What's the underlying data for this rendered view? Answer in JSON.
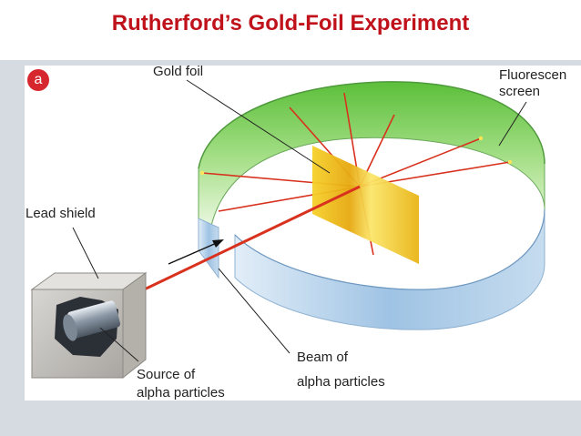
{
  "title": "Rutherford’s Gold-Foil Experiment",
  "badge": "a",
  "labels": {
    "gold_foil": "Gold foil",
    "fluorescent_line1": "Fluorescen",
    "fluorescent_line2": "screen",
    "lead_shield": "Lead shield",
    "beam_line1": "Beam of",
    "beam_line2": "alpha particles",
    "source_line1": "Source of",
    "source_line2": "alpha particles"
  },
  "colors": {
    "title": "#c0121b",
    "beam": "#d8321e",
    "badge": "#d7272e",
    "foil": "#f2c21a",
    "screen_inner": "#8fd46a",
    "screen_outer": "#b9d3ea",
    "background_band": "#d5dbe1"
  },
  "icons": [
    "lead-shield-block",
    "alpha-source-cylinder",
    "gold-foil-sheet",
    "fluorescent-screen-ring"
  ]
}
